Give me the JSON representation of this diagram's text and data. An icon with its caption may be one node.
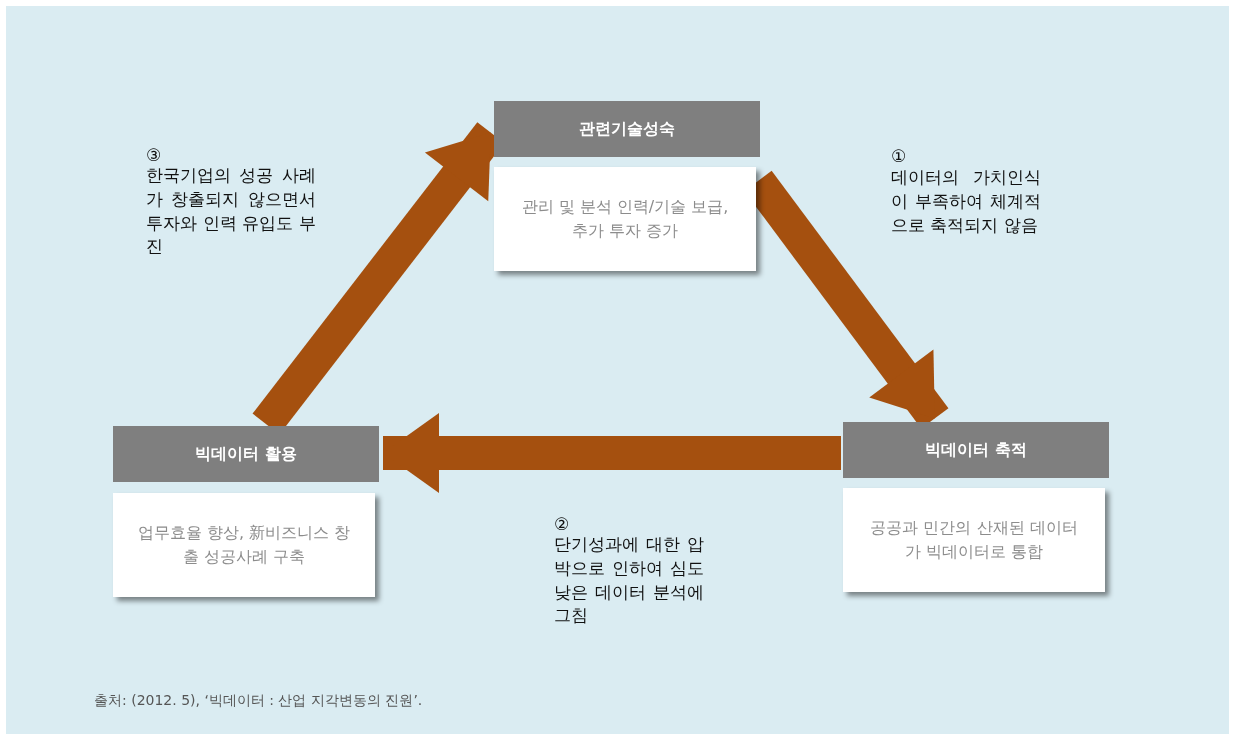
{
  "diagram": {
    "nodes": [
      {
        "text": [
          "관련기술성숙"
        ]
      },
      {
        "text": [
          "관리 및 분석 인력/기술 보급, 추가 투자 증가"
        ]
      },
      {
        "text": [
          "빅데이터 축적"
        ]
      },
      {
        "text": [
          "공공과 민간의 산재된 데이터가 빅데이터로 통합"
        ]
      },
      {
        "text": [
          "빅데이터 활용"
        ]
      },
      {
        "text": [
          "업무효율 향상, 新비즈니스 창출 성공사례 구축"
        ]
      }
    ],
    "edges": [
      {
        "from": 1,
        "to": 2,
        "arrow": "to",
        "label": "데이터의 가치인식이 부족하여 체계적으로 축적되지 않음"
      },
      {
        "from": 2,
        "to": 4,
        "arrow": "to",
        "label": "단기성과에 대한 압박으로 인하여 심도 낮은 데이터 분석에 그침"
      },
      {
        "from": 4,
        "to": 0,
        "arrow": "to",
        "label": "한국기업의 성공 사례가 창출되지 않으면서 투자와 인력 유입도 부진"
      }
    ],
    "labels": [
      "③",
      "①",
      "②",
      "출처: (2012. 5), ‘빅데이터 : 산업 지각변동의 진원’."
    ]
  }
}
